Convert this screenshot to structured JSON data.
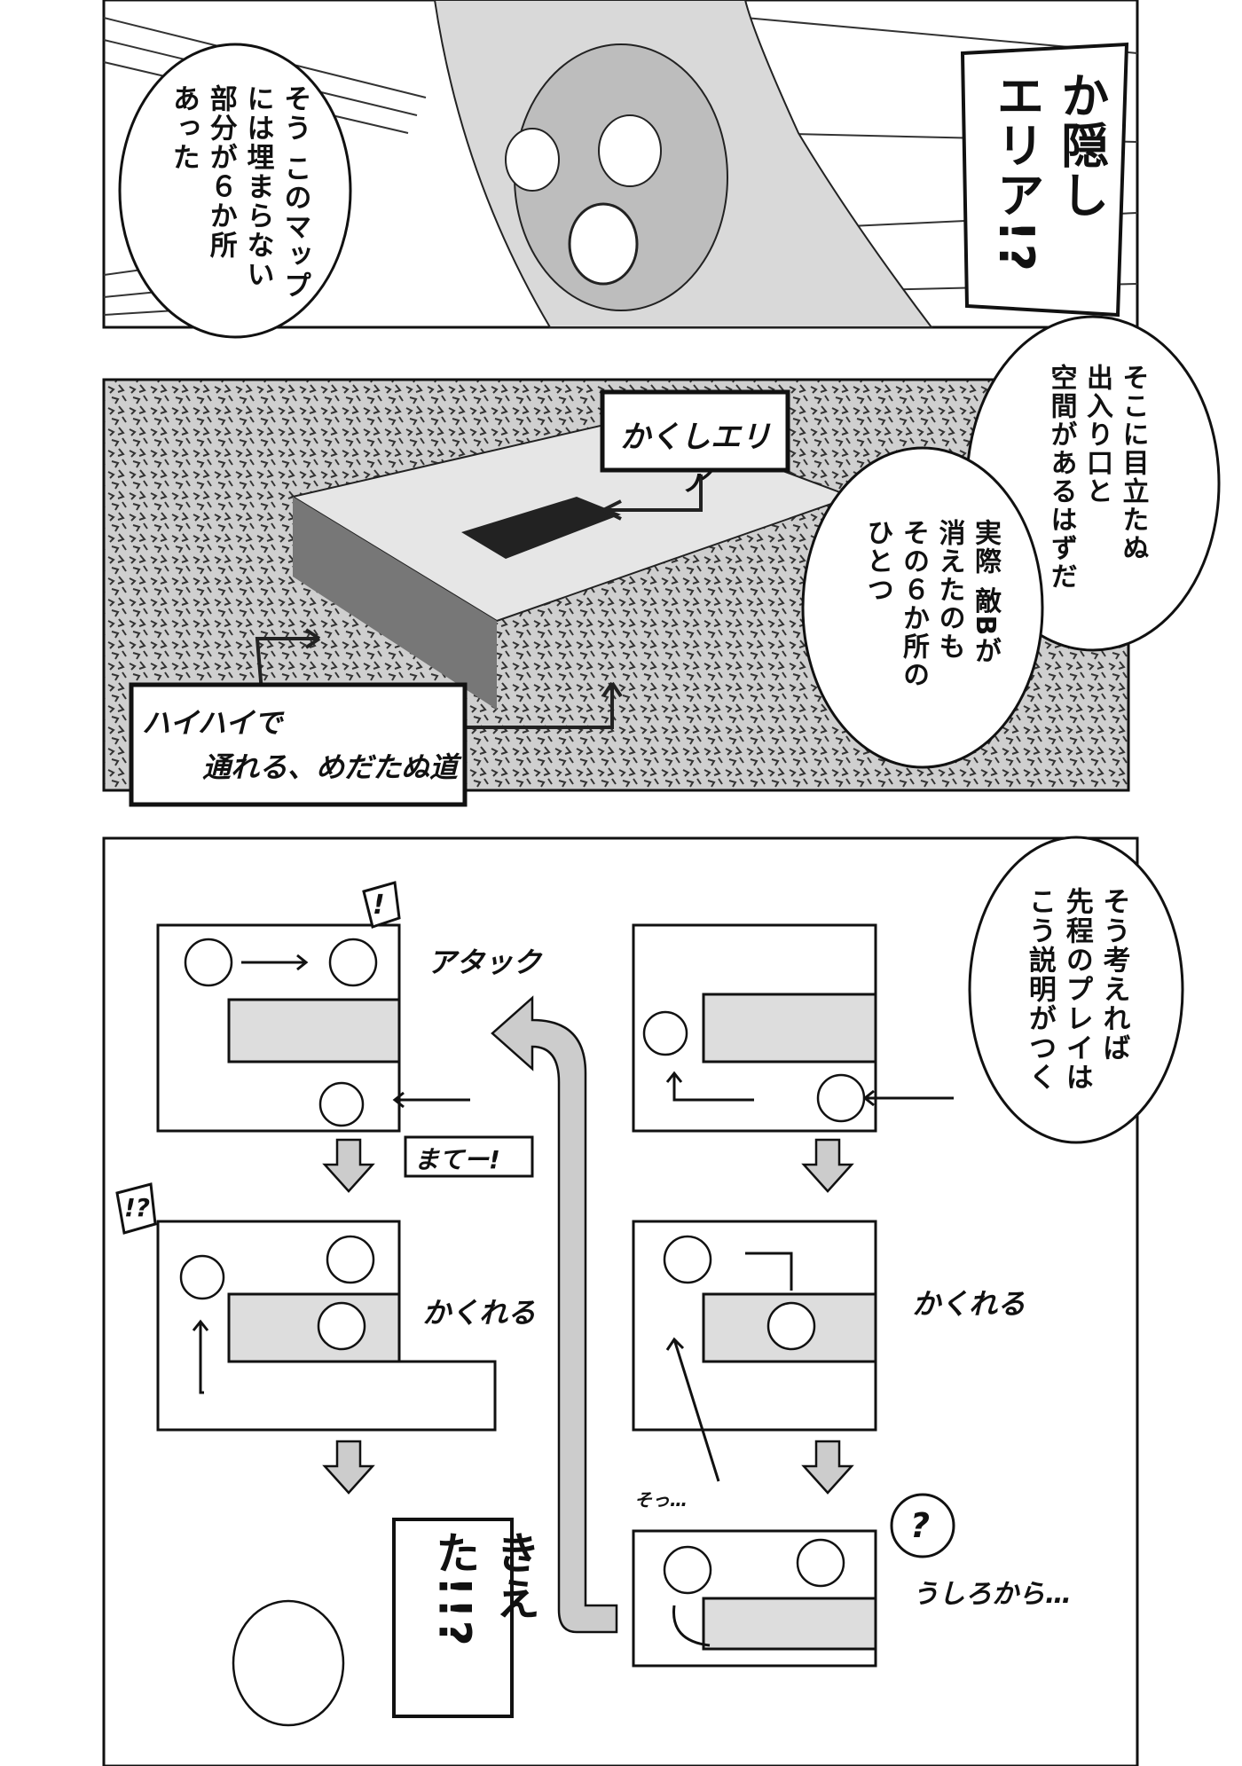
{
  "panel1": {
    "bubble_left": [
      "そう このマップ",
      "には埋まらない",
      "部分が６か所",
      "あった"
    ],
    "shout": [
      "か隠し",
      "エリア!?"
    ]
  },
  "panel2": {
    "label_hidden_area": "かくしエリア",
    "label_path": [
      "ハイハイで",
      "通れる、めだたぬ道"
    ],
    "bubble_right": [
      "そこに目立たぬ",
      "出入り口と",
      "空間があるはずだ"
    ],
    "bubble_center": [
      "実際 敵Bが",
      "消えたのも",
      "その６か所の",
      "ひとつ"
    ]
  },
  "panel3": {
    "bubble": [
      "そう考えれば",
      "先程のプレイは",
      "こう説明がつく"
    ],
    "attack": "アタック",
    "wait": "まてー!",
    "hide_left": "かくれる",
    "hide_right": "かくれる",
    "exclaim": "!",
    "exclaim_question": "!?",
    "question": "?",
    "sneak": "そっ…",
    "from_behind": "うしろから…",
    "vanished": "きえた!!?"
  }
}
